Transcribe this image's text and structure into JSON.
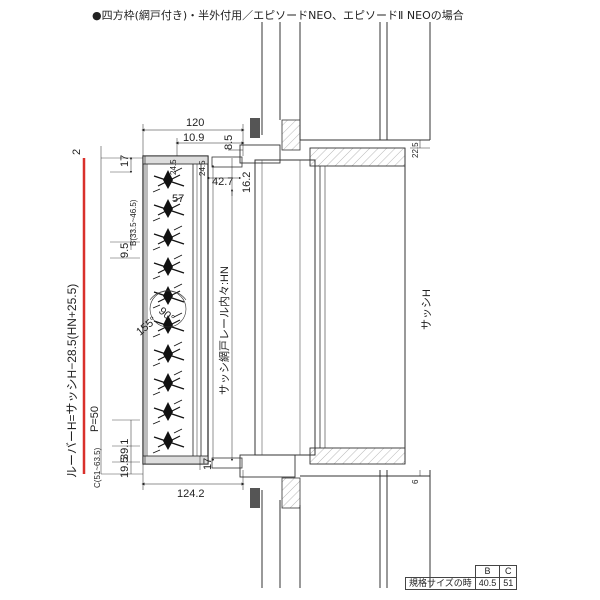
{
  "title": "●四方枠(網戸付き)・半外付用／エピソードNEO、エピソードⅡ NEOの場合",
  "dims": {
    "top_width": "120",
    "top_inner": "10.9",
    "top_gap": "8.5",
    "upper_17": "17",
    "d_24_5a": "24.5",
    "d_24_5b": "24.5",
    "d_42_7": "42.7",
    "d_16_2": "16.2",
    "d_57": "57",
    "b_range": "B(33.5~46.5)",
    "d_9_5": "9.5",
    "angle_90": "90°",
    "angle_155": "155°",
    "pitch": "P=50",
    "d_39_1": "39.1",
    "d_19_5": "19.5",
    "lower_17": "17",
    "c_range": "C(51~63.5)",
    "bottom_width": "124.2",
    "d_22_5": "22.5",
    "d_6": "6",
    "left_2": "2"
  },
  "labels": {
    "louver_height": "ルーバーH=サッシH−28.5(HN+25.5)",
    "screen_rail": "サッシ網戸レール内々:HN",
    "sash_h": "サッシH"
  },
  "spec_table": {
    "col_b": "B",
    "col_c": "C",
    "row_label": "規格サイズの時",
    "b_value": "40.5",
    "c_value": "51"
  }
}
